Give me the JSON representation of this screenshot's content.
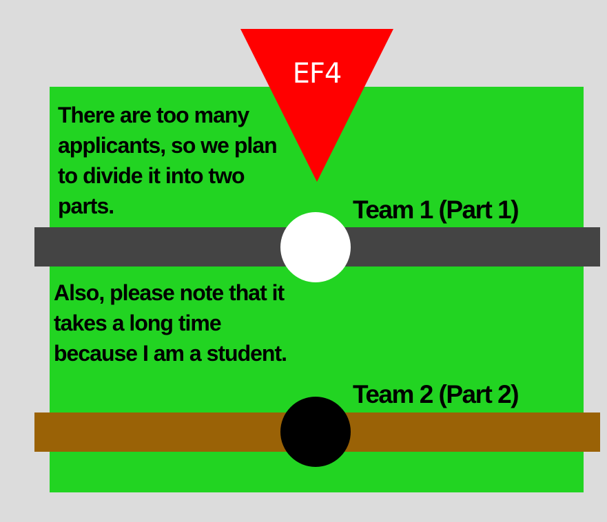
{
  "badge": {
    "label": "EF4",
    "color": "#ff0000",
    "icon": "triangle-down-icon"
  },
  "notes": [
    "There are too many applicants, so we plan to divide it into two parts.",
    "Also, please note that it takes a long time because I am a student."
  ],
  "teams": [
    {
      "label": "Team 1 (Part 1)",
      "bar_color": "#444444",
      "marker_color": "#ffffff"
    },
    {
      "label": "Team 2 (Part 2)",
      "bar_color": "#9a6206",
      "marker_color": "#000000"
    }
  ],
  "colors": {
    "background": "#dcdcdc",
    "panel": "#22d422"
  }
}
